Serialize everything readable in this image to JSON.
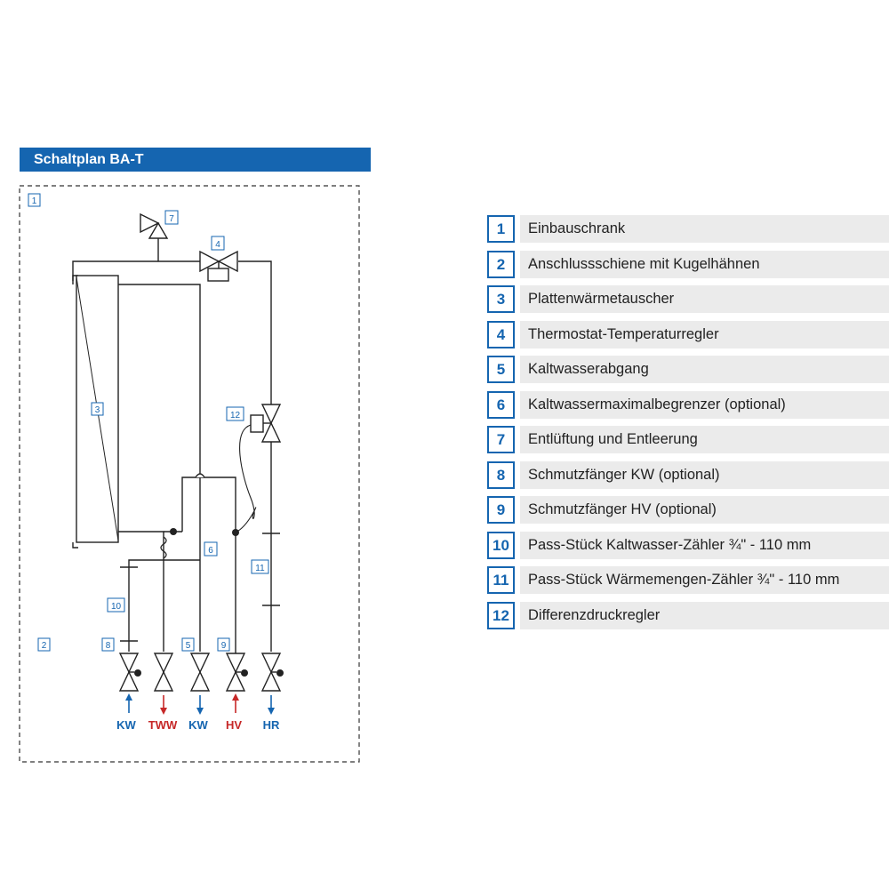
{
  "title": "Schaltplan BA-T",
  "diagram": {
    "callouts": [
      "1",
      "2",
      "3",
      "4",
      "5",
      "6",
      "7",
      "8",
      "9",
      "10",
      "11",
      "12"
    ],
    "connections": [
      {
        "label": "KW",
        "color": "#1565b0",
        "direction": "in"
      },
      {
        "label": "TWW",
        "color": "#c62828",
        "direction": "out"
      },
      {
        "label": "KW",
        "color": "#1565b0",
        "direction": "out"
      },
      {
        "label": "HV",
        "color": "#c62828",
        "direction": "in"
      },
      {
        "label": "HR",
        "color": "#1565b0",
        "direction": "out"
      }
    ],
    "colors": {
      "accent": "#1565b0",
      "hot": "#c62828",
      "line": "#222222"
    }
  },
  "legend": [
    {
      "num": "1",
      "text": "Einbauschrank"
    },
    {
      "num": "2",
      "text": "Anschlussschiene mit Kugelhähnen"
    },
    {
      "num": "3",
      "text": "Plattenwärmetauscher"
    },
    {
      "num": "4",
      "text": "Thermostat-Temperaturregler"
    },
    {
      "num": "5",
      "text": "Kaltwasserabgang"
    },
    {
      "num": "6",
      "text": "Kaltwassermaximalbegrenzer (optional)"
    },
    {
      "num": "7",
      "text": "Entlüftung und Entleerung"
    },
    {
      "num": "8",
      "text": "Schmutzfänger KW (optional)"
    },
    {
      "num": "9",
      "text": "Schmutzfänger HV (optional)"
    },
    {
      "num": "10",
      "text": "Pass-Stück Kaltwasser-Zähler ¾\" - 110 mm"
    },
    {
      "num": "11",
      "text": "Pass-Stück Wärmemengen-Zähler ¾\" - 110 mm"
    },
    {
      "num": "12",
      "text": "Differenzdruckregler"
    }
  ]
}
